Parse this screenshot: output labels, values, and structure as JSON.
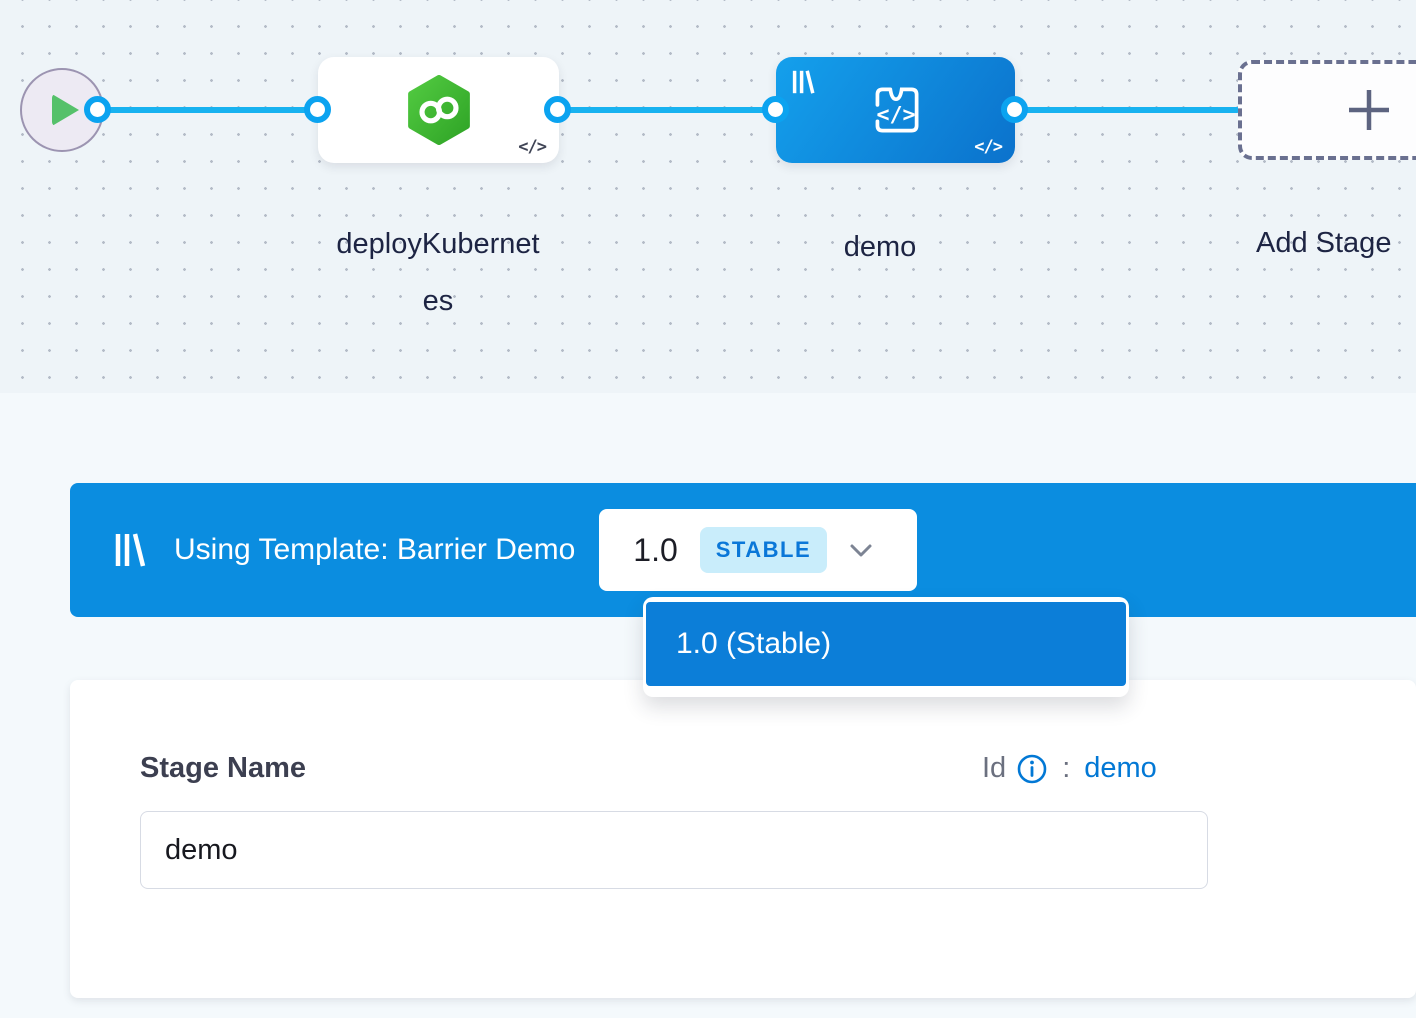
{
  "canvas": {
    "nodes": [
      {
        "label": "deployKubernetes",
        "kind": "kubernetes-step"
      },
      {
        "label": "demo",
        "kind": "template-stage"
      }
    ],
    "add_stage_label": "Add Stage",
    "code_badge_glyph": "</>",
    "infinity_glyph": "∞"
  },
  "template_banner": {
    "text": "Using Template: Barrier Demo",
    "version_value": "1.0",
    "version_badge": "STABLE"
  },
  "version_dropdown": {
    "options": [
      {
        "label": "1.0 (Stable)"
      }
    ]
  },
  "stage_form": {
    "name_label": "Stage Name",
    "id_label": "Id",
    "id_separator": ":",
    "id_value": "demo",
    "name_value": "demo"
  },
  "colors": {
    "banner_blue": "#0b8de0",
    "dropdown_item_blue": "#0c7ed8",
    "edge_blue": "#18b2f0",
    "link_blue": "#0278d5",
    "stable_badge_bg": "#c9edfb",
    "node_green": "#3db32e",
    "play_green": "#55c16a",
    "label_navy": "#1d2443"
  }
}
